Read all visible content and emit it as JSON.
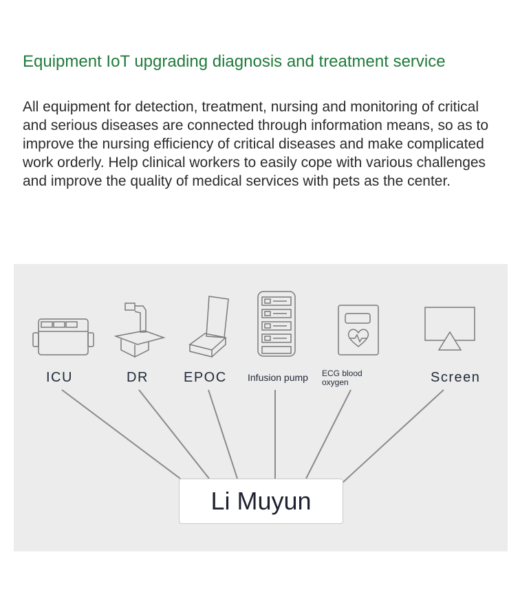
{
  "title": "Equipment IoT upgrading diagnosis and treatment service",
  "description": "All equipment for detection, treatment, nursing and monitoring of critical and serious diseases are connected through information means, so as to improve the nursing efficiency of critical diseases and make complicated work orderly. Help clinical workers to easily cope with various challenges and improve the quality of medical services with pets as the center.",
  "diagram": {
    "devices": [
      {
        "label": "ICU",
        "icon": "icu-bed-icon"
      },
      {
        "label": "DR",
        "icon": "dr-xray-icon"
      },
      {
        "label": "EPOC",
        "icon": "epoc-analyzer-icon"
      },
      {
        "label": "Infusion pump",
        "icon": "infusion-pump-icon"
      },
      {
        "label": "ECG blood oxygen",
        "label_line1": "ECG blood",
        "label_line2": "oxygen",
        "icon": "ecg-monitor-icon"
      },
      {
        "label": "Screen",
        "icon": "screen-icon"
      }
    ],
    "hub": "Li Muyun"
  },
  "colors": {
    "title": "#1f7a3a",
    "text": "#2a2a2a",
    "panel": "#ebeceb",
    "lines": "#8a8a8a",
    "icon_stroke": "#7a7a7a"
  }
}
